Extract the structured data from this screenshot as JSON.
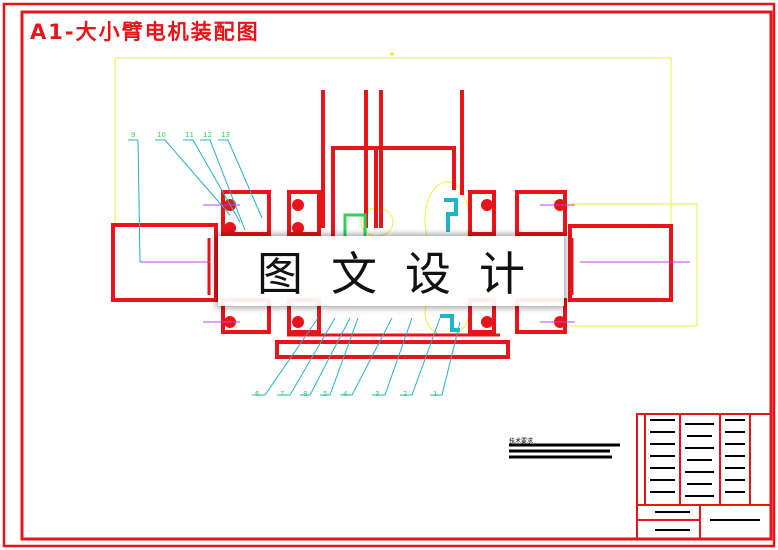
{
  "title": "A1-大小臂电机装配图",
  "watermark": "图文设计",
  "tech_requirements_label": "技术要求",
  "balloons_top": [
    "9",
    "10",
    "11",
    "12",
    "13"
  ],
  "balloons_bottom": [
    "6",
    "7",
    "8",
    "5",
    "4",
    "3",
    "2",
    "1"
  ],
  "colors": {
    "frame": "#e8141a",
    "outline": "#f2ee3a",
    "part": "#e8141a",
    "leader": "#22b2c9",
    "label": "#2fd35b",
    "centerline": "#c23ed8",
    "ink": "#000000"
  }
}
